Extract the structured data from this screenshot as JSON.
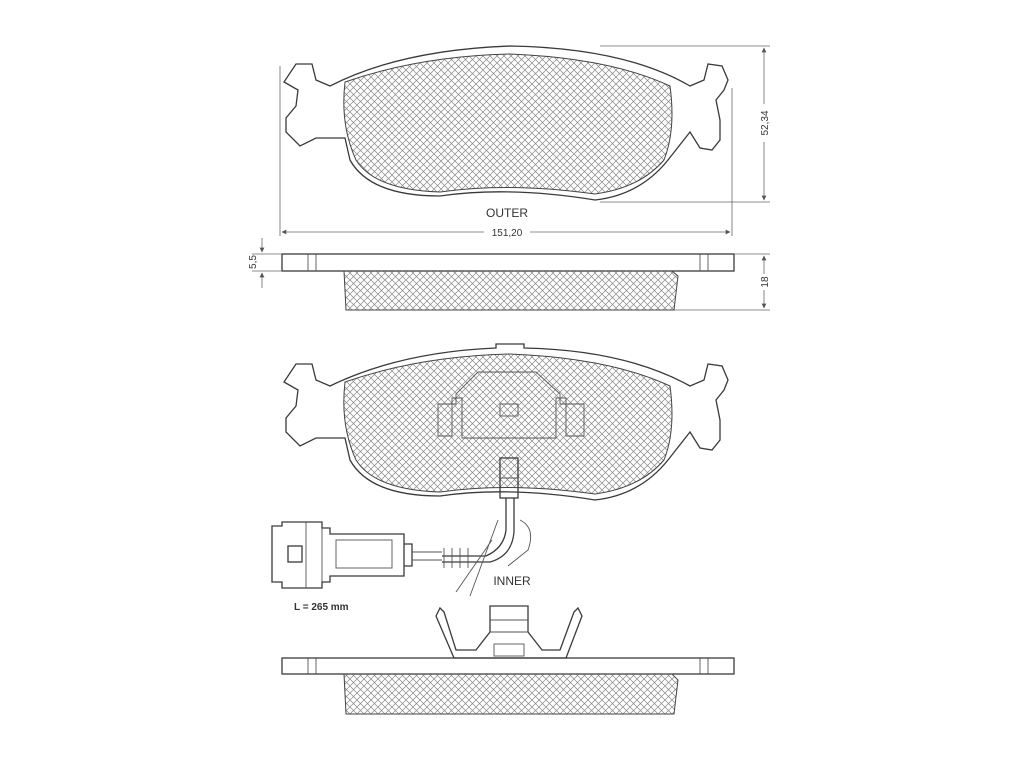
{
  "labels": {
    "outer": "OUTER",
    "inner": "INNER",
    "wire_length": "L = 265 mm"
  },
  "dimensions": {
    "width": "151,20",
    "height": "52,34",
    "backing_thickness": "5,5",
    "total_thickness": "18"
  },
  "colors": {
    "line": "#3a3a3a",
    "friction_hatch": "#888888"
  }
}
